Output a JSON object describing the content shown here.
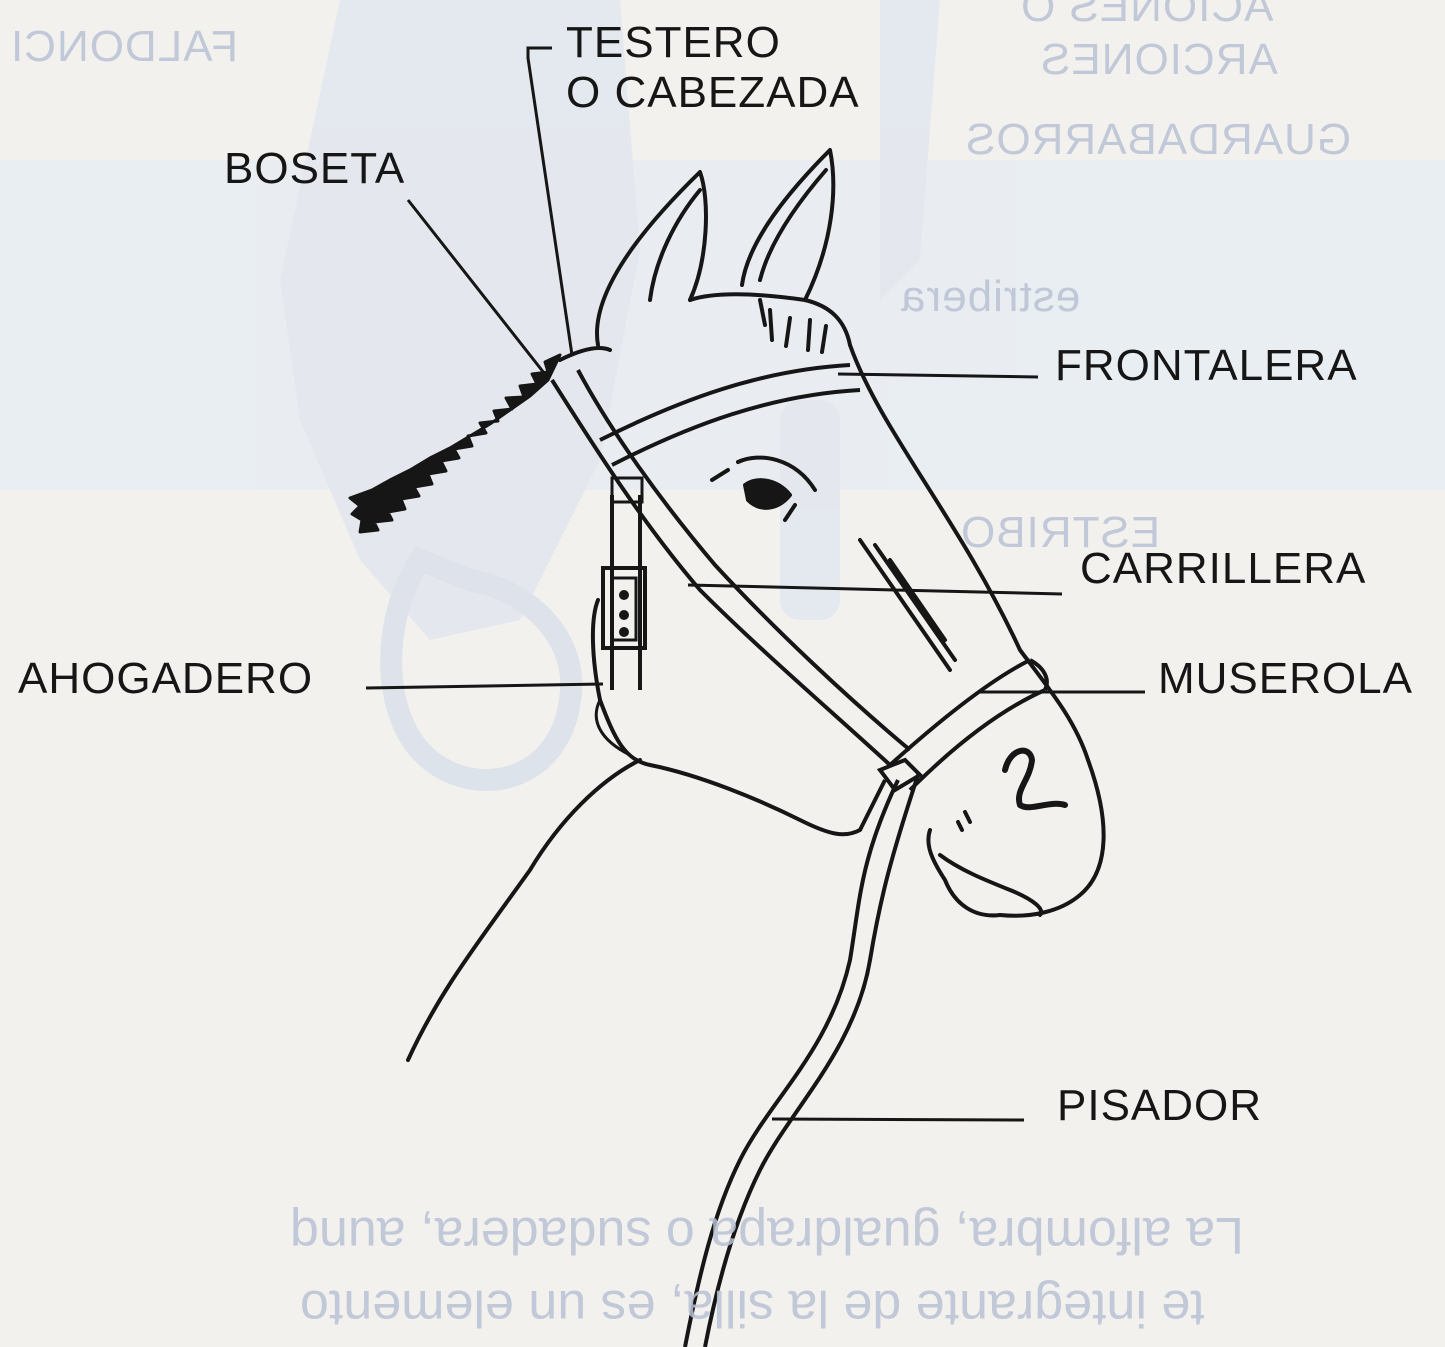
{
  "labels": {
    "testero": "TESTERO",
    "cabezada": "O CABEZADA",
    "boseta": "BOSETA",
    "frontalera": "FRONTALERA",
    "carrillera": "CARRILLERA",
    "ahogadero": "AHOGADERO",
    "muserola": "MUSEROLA",
    "pisador": "PISADOR"
  },
  "show_through": {
    "faldonc": "FALDONCI",
    "arciones_1": "ACIONES O",
    "arciones_2": "ARCIONES",
    "guardabarros": "GUARDABARROS",
    "estribo": "ESTRIBO",
    "estribera": "estribera",
    "paragraph_line_1": "La alfombra, gualdrapa o sudadera, aunq",
    "paragraph_line_2": "te integrante de la silla, es un elemento"
  },
  "colors": {
    "ink": "#161616",
    "paper": "#f3f1ee",
    "bleed": "#b9c2d3"
  }
}
